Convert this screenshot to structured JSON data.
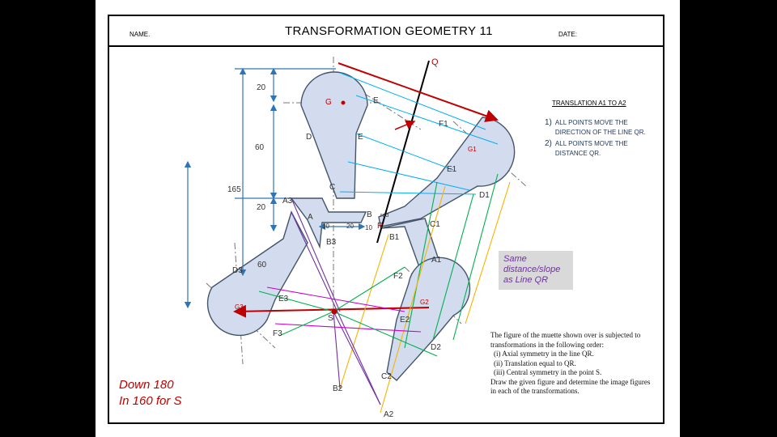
{
  "header": {
    "name_label": "NAME.",
    "title": "TRANSFORMATION   GEOMETRY  11",
    "date_label": "DATE:"
  },
  "translation": {
    "heading": "TRANSLATION A1 TO A2",
    "steps": [
      {
        "num": "1)",
        "text": "ALL POINTS MOVE THE DIRECTION OF THE LINE QR."
      },
      {
        "num": "2)",
        "text": "ALL POINTS MOVE THE DISTANCE QR."
      }
    ]
  },
  "note": "Same distance/slope as Line QR",
  "problem": {
    "intro": "The figure of the muette shown over is subjected to transformations in the following order:",
    "items": [
      "(i)  Axial symmetry in the line QR.",
      "(ii)  Translation equal to QR.",
      "(iii)  Central symmetry in the point S."
    ],
    "outro": "Draw the given figure and determine the image figures in each of the transformations."
  },
  "corner_note": {
    "line1": "Down 180",
    "line2": "In  160 for S"
  },
  "dimensions": {
    "d20_top": "20",
    "d60": "60",
    "d165": "165",
    "d20_lower": "20",
    "d60_lower": "60",
    "d20_mid": "20",
    "d10": "10",
    "d10b": "10"
  },
  "points": {
    "Q": "Q",
    "R": "R",
    "S": "S",
    "G": "G",
    "E": "E",
    "D": "D",
    "E_inner": "E",
    "C": "C",
    "A": "A",
    "B": "B",
    "F1": "F1",
    "G1": "G1",
    "E1": "E1",
    "D1": "D1",
    "C1": "C1",
    "B1": "B1",
    "A1": "A1",
    "A3": "A3",
    "B3": "B3",
    "D3": "D3",
    "E3": "E3",
    "F3": "F3",
    "G3": "G3",
    "F2": "F2",
    "G2": "G2",
    "E2": "E2",
    "D2": "D2",
    "C2": "C2",
    "B2": "B2",
    "A2": "A2",
    "rad": "rad"
  },
  "colors": {
    "figure_fill": "#d3dcef",
    "figure_stroke": "#44546a",
    "dimension": "#2e75b6",
    "translation_arrow": "#c00000",
    "axis_line": "#000000",
    "symmetry_magenta": "#cc00cc",
    "construction_green": "#00b050",
    "construction_orange": "#f4b400",
    "construction_purple": "#7030a0",
    "construction_cyan": "#00b0f0"
  }
}
